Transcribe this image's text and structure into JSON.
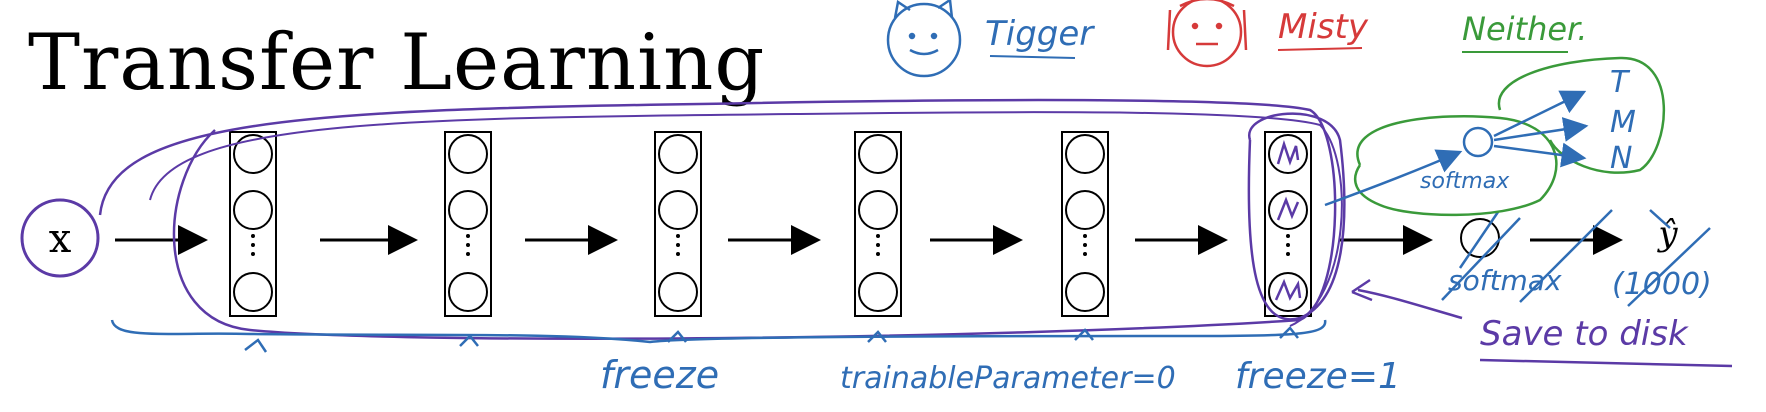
{
  "slide": {
    "title": "Transfer Learning"
  },
  "classes": {
    "tigger": "Tigger",
    "misty": "Misty",
    "neither": "Neither."
  },
  "network": {
    "input_label": "x",
    "output_label": "ŷ",
    "softmax_label": "softmax",
    "old_softmax_label": "softmax",
    "old_output_count": "(1000)",
    "new_outputs": [
      "T",
      "M",
      "N"
    ]
  },
  "annotations": {
    "freeze": "freeze",
    "trainable_parameter": "trainableParameter=0",
    "freeze_eq": "freeze=1",
    "save_to_disk": "Save to disk"
  },
  "colors": {
    "ink": "#000000",
    "blue": "#2f6db5",
    "purple": "#5b3aa6",
    "green": "#3a9a3a",
    "red": "#d63a3a"
  }
}
